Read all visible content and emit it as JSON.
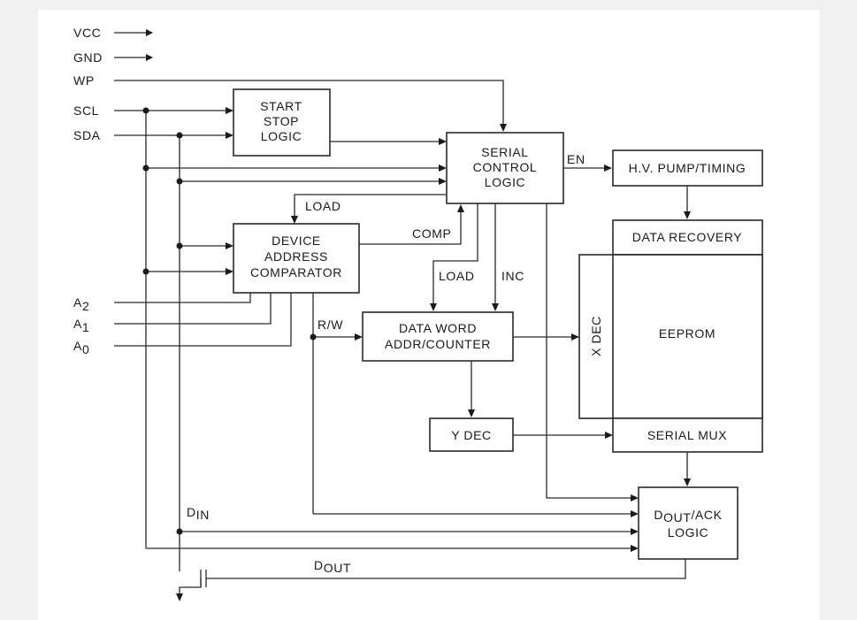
{
  "pins": {
    "vcc": "VCC",
    "gnd": "GND",
    "wp": "WP",
    "scl": "SCL",
    "sda": "SDA",
    "a2": {
      "base": "A",
      "sub": "2"
    },
    "a1": {
      "base": "A",
      "sub": "1"
    },
    "a0": {
      "base": "A",
      "sub": "0"
    }
  },
  "blocks": {
    "start_stop": [
      "START",
      "STOP",
      "LOGIC"
    ],
    "serial_control": [
      "SERIAL",
      "CONTROL",
      "LOGIC"
    ],
    "hv_pump": "H.V. PUMP/TIMING",
    "device_addr": [
      "DEVICE",
      "ADDRESS",
      "COMPARATOR"
    ],
    "data_recovery": "DATA RECOVERY",
    "eeprom": "EEPROM",
    "x_dec": "X DEC",
    "data_word": [
      "DATA WORD",
      "ADDR/COUNTER"
    ],
    "y_dec": "Y DEC",
    "serial_mux": "SERIAL MUX",
    "dout_ack": {
      "base": "D",
      "sub": "OUT",
      "rest": "/ACK",
      "line2": "LOGIC"
    }
  },
  "signals": {
    "en": "EN",
    "load_top": "LOAD",
    "comp": "COMP",
    "load_mid": "LOAD",
    "inc": "INC",
    "rw": "R/W",
    "din": {
      "base": "D",
      "sub": "IN"
    },
    "dout": {
      "base": "D",
      "sub": "OUT"
    }
  }
}
